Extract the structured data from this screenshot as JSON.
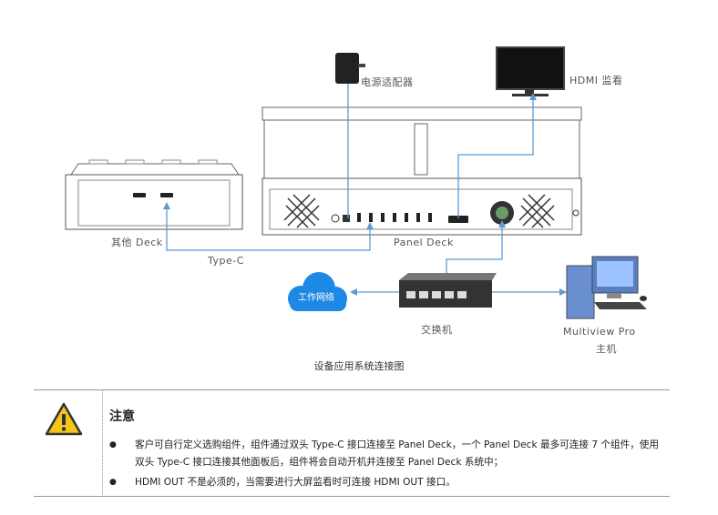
{
  "labels": {
    "power_adapter": "电源适配器",
    "hdmi_monitor": "HDMI 监看",
    "other_deck": "其他 Deck",
    "panel_deck": "Panel Deck",
    "type_c": "Type-C",
    "cloud": "工作网络",
    "switch": "交换机",
    "host_line1": "Multiview Pro",
    "host_line2": "主机"
  },
  "caption": "设备应用系统连接图",
  "note": {
    "icon": "warning-icon",
    "title": "注意",
    "items": [
      "客户可自行定义选购组件，组件通过双头 Type-C 接口连接至 Panel Deck，一个 Panel Deck 最多可连接 7 个组件，使用双头 Type-C 接口连接其他面板后，组件将会自动开机并连接至 Panel Deck 系统中；",
      "HDMI OUT 不是必须的，当需要进行大屏监看时可连接 HDMI OUT 接口。"
    ]
  },
  "colors": {
    "connector": "#5b9bd5",
    "cloud": "#1e88e5",
    "warning": "#f5c518"
  }
}
